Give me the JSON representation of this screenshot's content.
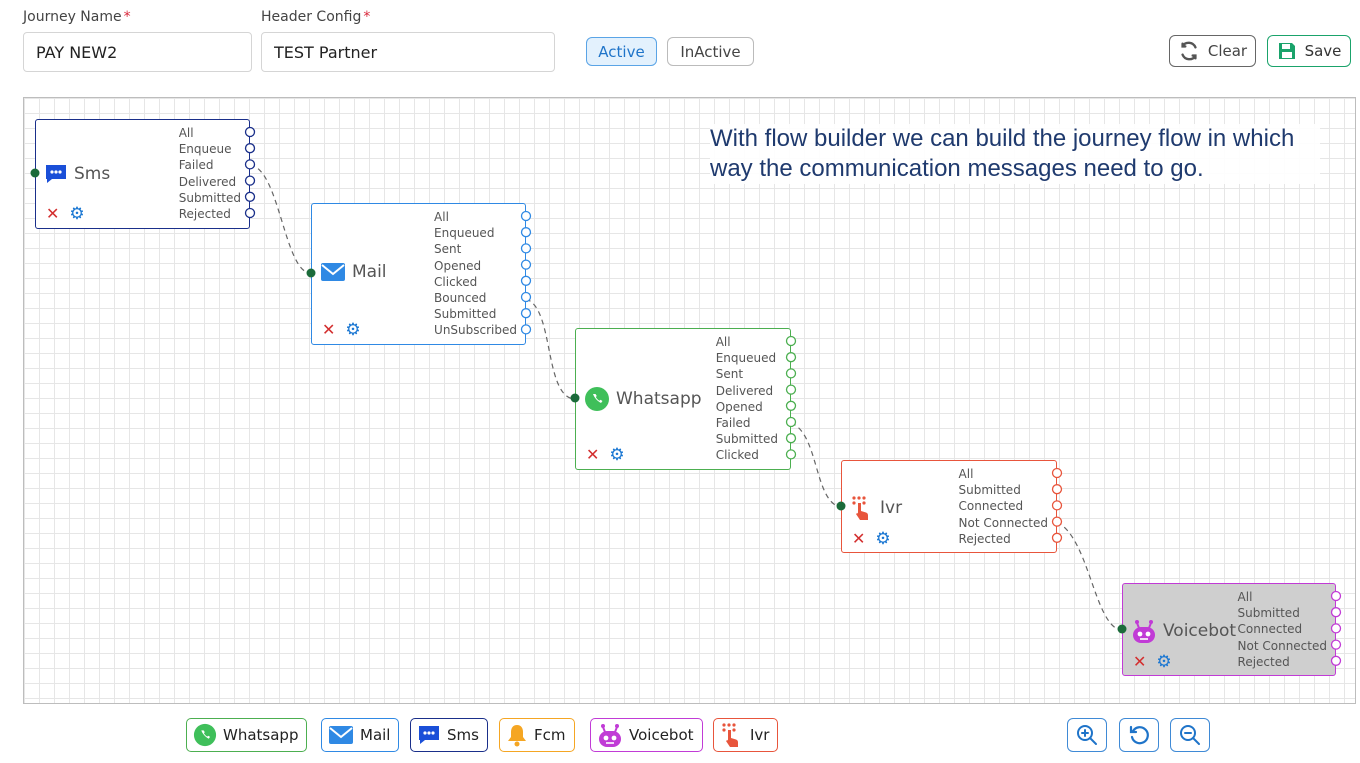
{
  "form": {
    "journey_name_label": "Journey Name",
    "journey_name_value": "PAY NEW2",
    "header_config_label": "Header Config",
    "header_config_value": "TEST Partner",
    "required_mark": "*"
  },
  "status": {
    "active_label": "Active",
    "inactive_label": "InActive",
    "selected": "Active"
  },
  "toolbar": {
    "clear_label": "Clear",
    "save_label": "Save"
  },
  "hint": "With flow builder we can build the journey flow in which way the communication messages need to go.",
  "nodes": {
    "sms": {
      "title": "Sms",
      "color": "#1a2f8a",
      "outputs": [
        "All",
        "Enqueue",
        "Failed",
        "Delivered",
        "Submitted",
        "Rejected"
      ]
    },
    "mail": {
      "title": "Mail",
      "color": "#2f89e4",
      "outputs": [
        "All",
        "Enqueued",
        "Sent",
        "Opened",
        "Clicked",
        "Bounced",
        "Submitted",
        "UnSubscribed"
      ]
    },
    "whatsapp": {
      "title": "Whatsapp",
      "color": "#4caf50",
      "outputs": [
        "All",
        "Enqueued",
        "Sent",
        "Delivered",
        "Opened",
        "Failed",
        "Submitted",
        "Clicked"
      ]
    },
    "ivr": {
      "title": "Ivr",
      "color": "#e8553c",
      "outputs": [
        "All",
        "Submitted",
        "Connected",
        "Not Connected",
        "Rejected"
      ]
    },
    "voicebot": {
      "title": "Voicebot",
      "color": "#c13bd6",
      "outputs": [
        "All",
        "Submitted",
        "Connected",
        "Not Connected",
        "Rejected"
      ]
    }
  },
  "connections": [
    {
      "from": "Sms",
      "output": "Failed",
      "to": "Mail"
    },
    {
      "from": "Mail",
      "output": "Bounced",
      "to": "Whatsapp"
    },
    {
      "from": "Whatsapp",
      "output": "Failed",
      "to": "Ivr"
    },
    {
      "from": "Ivr",
      "output": "Not Connected",
      "to": "Voicebot"
    }
  ],
  "palette": [
    {
      "label": "Whatsapp",
      "icon": "whatsapp-icon",
      "color": "#4caf50"
    },
    {
      "label": "Mail",
      "icon": "mail-icon",
      "color": "#2f89e4"
    },
    {
      "label": "Sms",
      "icon": "sms-icon",
      "color": "#1a2f8a"
    },
    {
      "label": "Fcm",
      "icon": "bell-icon",
      "color": "#f5a623"
    },
    {
      "label": "Voicebot",
      "icon": "robot-icon",
      "color": "#c13bd6"
    },
    {
      "label": "Ivr",
      "icon": "ivr-touch-icon",
      "color": "#e8553c"
    }
  ],
  "zoom_controls": [
    "zoom-in-icon",
    "reset-icon",
    "zoom-out-icon"
  ],
  "colors": {
    "accent": "#1976d2",
    "danger": "#d32f2f",
    "save": "#1aa36b",
    "connector_dot": "#1b6b3a"
  }
}
